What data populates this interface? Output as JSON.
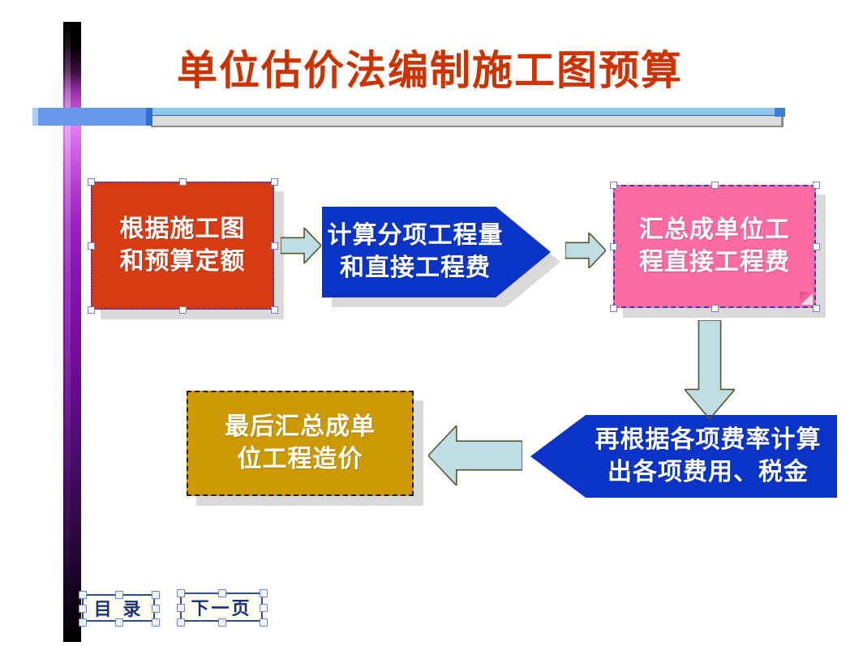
{
  "slide": {
    "title": "单位估价法编制施工图预算",
    "title_color": "#cc3300",
    "background": "#ffffff"
  },
  "decor": {
    "vertical_bar_colors": [
      "#000000",
      "#e07cf4",
      "#8a13b4",
      "#000000"
    ],
    "divider_blue": "#6699ee",
    "divider_lightblue": "#8ec6ef",
    "divider_gray": "#dcdcdc"
  },
  "flow": {
    "nodes": [
      {
        "id": "step1",
        "shape": "rectangle",
        "text": "根据施工图\n和预算定额",
        "fill": "#d83a12",
        "text_color": "#ffffff"
      },
      {
        "id": "step2",
        "shape": "pentagon-right",
        "text": "计算分项工程量\n和直接工程费",
        "fill": "#0a33c8",
        "text_color": "#ffffff"
      },
      {
        "id": "step3",
        "shape": "rectangle",
        "text": "汇总成单位工\n程直接工程费",
        "fill": "#fb6aa0",
        "text_color": "#ffffff"
      },
      {
        "id": "step4",
        "shape": "pentagon-left",
        "text": "再根据各项费率计算\n出各项费用、税金",
        "fill": "#0a33c8",
        "text_color": "#ffffff"
      },
      {
        "id": "step5",
        "shape": "rectangle",
        "text": "最后汇总成单\n位工程造价",
        "fill": "#cc9900",
        "text_color": "#ffffff"
      }
    ],
    "connectors": [
      {
        "id": "c1",
        "direction": "right",
        "from": "step1",
        "to": "step2",
        "fill": "#bfdde3"
      },
      {
        "id": "c2",
        "direction": "right",
        "from": "step2",
        "to": "step3",
        "fill": "#bfdde3"
      },
      {
        "id": "c3",
        "direction": "down",
        "from": "step3",
        "to": "step4",
        "fill": "#bfdde3"
      },
      {
        "id": "c4",
        "direction": "left",
        "from": "step4",
        "to": "step5",
        "fill": "#bfdde3"
      }
    ]
  },
  "nav": {
    "menu_label": "目  录",
    "next_label": "下一页"
  }
}
